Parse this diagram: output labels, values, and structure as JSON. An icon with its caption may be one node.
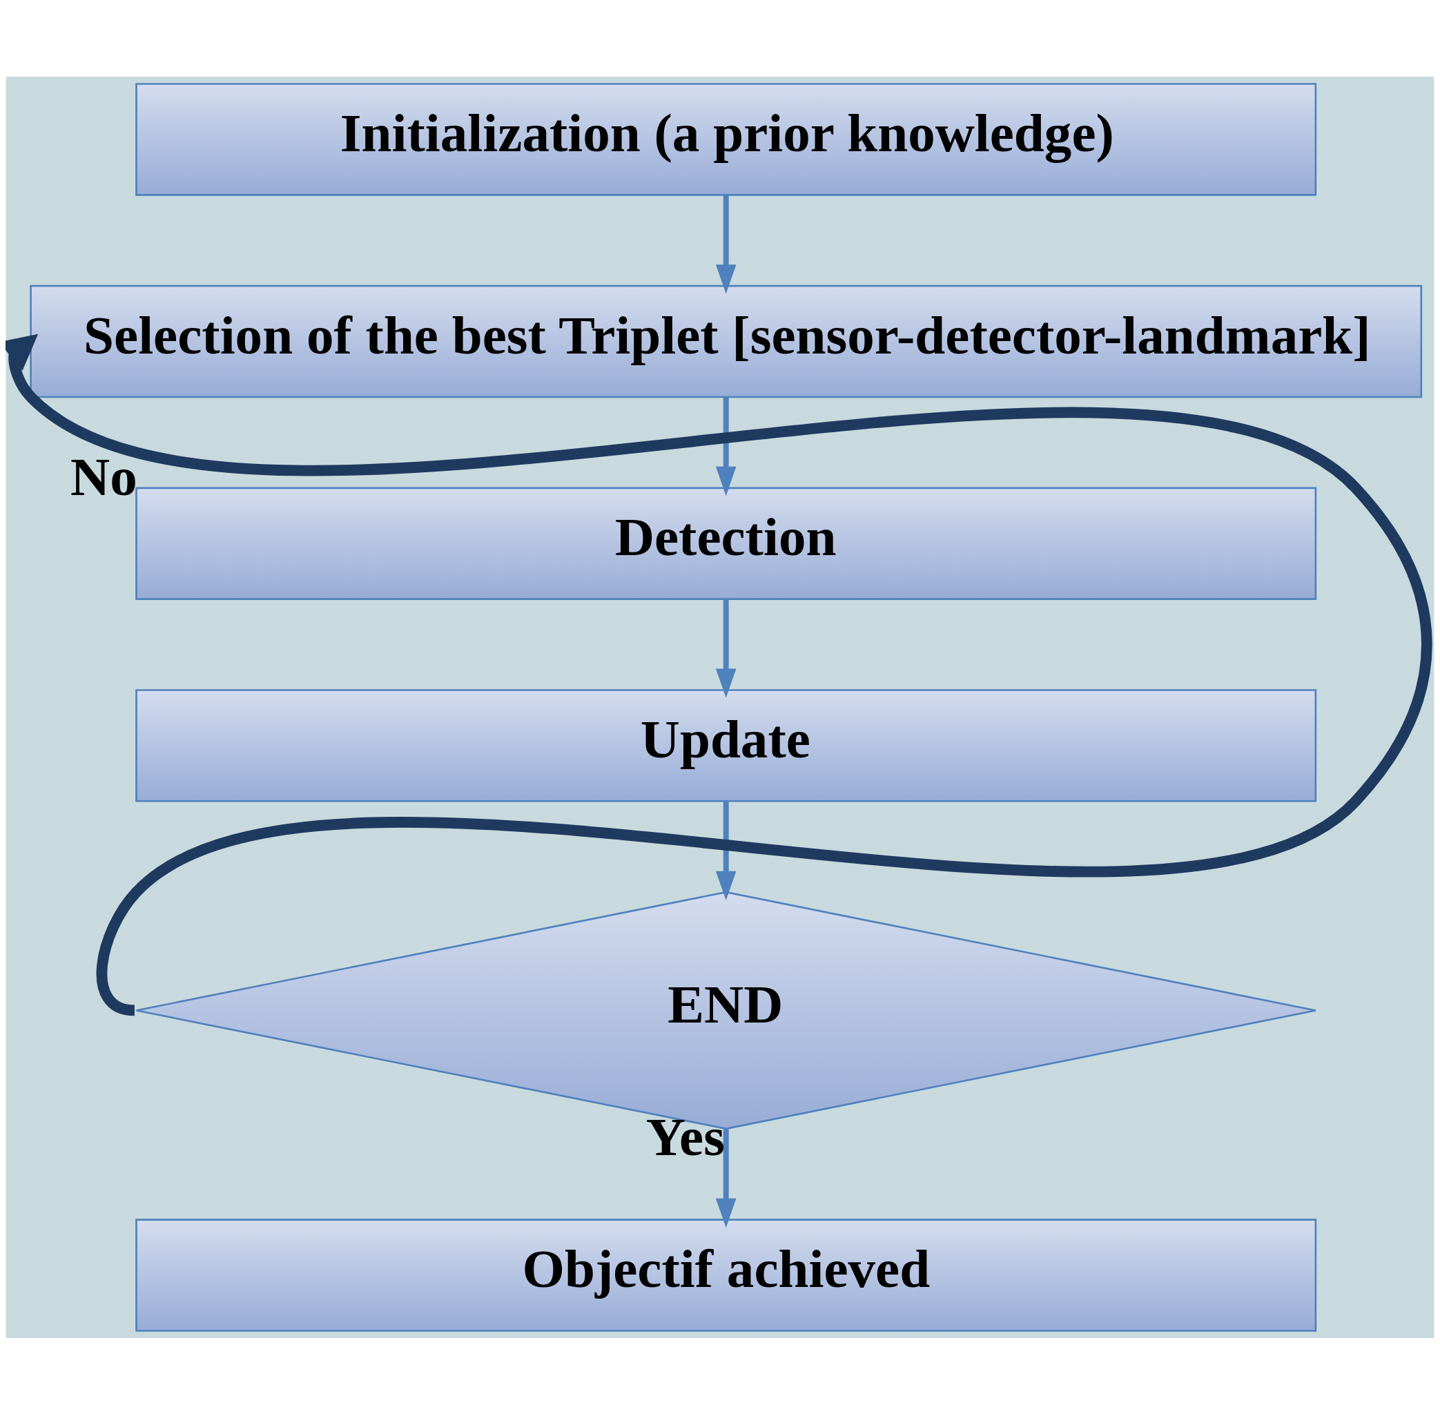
{
  "diagram": {
    "nodes": [
      {
        "text": [
          "Initialization (a prior knowledge)"
        ]
      },
      {
        "text": [
          "Selection of the best Triplet [sensor-detector-landmark]"
        ]
      },
      {
        "text": [
          "Detection"
        ]
      },
      {
        "text": [
          "Update"
        ]
      },
      {
        "text": [
          "END"
        ]
      },
      {
        "text": [
          "Objectif achieved"
        ]
      }
    ],
    "edges": [
      {
        "from": 0,
        "to": 1,
        "arrow": "to"
      },
      {
        "from": 1,
        "to": 2,
        "arrow": "to"
      },
      {
        "from": 2,
        "to": 3,
        "arrow": "to"
      },
      {
        "from": 3,
        "to": 4,
        "arrow": "to"
      },
      {
        "from": 4,
        "to": 1,
        "arrow": "to",
        "label": "No",
        "style": "thick",
        "color": "#1f3a5f"
      },
      {
        "from": 4,
        "to": 5,
        "arrow": "to",
        "label": "Yes"
      }
    ]
  }
}
